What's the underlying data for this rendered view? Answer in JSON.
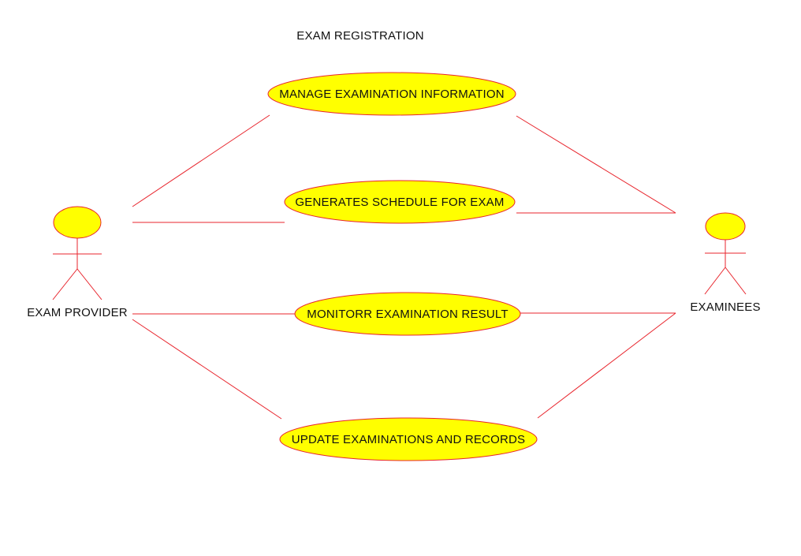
{
  "title": "EXAM REGISTRATION",
  "colors": {
    "line": "#e8242c",
    "fill": "#ffff00",
    "text": "#111111"
  },
  "actors": {
    "provider": {
      "name": "EXAM PROVIDER"
    },
    "examinees": {
      "name": "EXAMINEES"
    }
  },
  "use_cases": {
    "manage": "MANAGE EXAMINATION INFORMATION",
    "schedule": "GENERATES SCHEDULE FOR EXAM",
    "monitor": "MONITORR EXAMINATION RESULT",
    "update": "UPDATE EXAMINATIONS AND RECORDS"
  },
  "associations": [
    [
      "provider",
      "manage"
    ],
    [
      "provider",
      "schedule"
    ],
    [
      "provider",
      "monitor"
    ],
    [
      "provider",
      "update"
    ],
    [
      "examinees",
      "manage"
    ],
    [
      "examinees",
      "schedule"
    ],
    [
      "examinees",
      "monitor"
    ],
    [
      "examinees",
      "update"
    ]
  ]
}
